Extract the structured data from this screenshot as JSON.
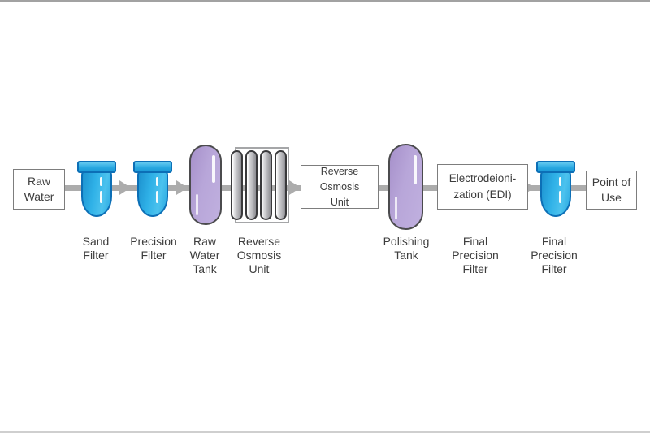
{
  "diagram": {
    "type": "process-flow",
    "subject": "water purification system",
    "flow_line_color": "#acacac",
    "colors": {
      "filter_blue": "#2aa9e1",
      "filter_outline": "#0c6fb6",
      "tank_purple": "#b8a6d9",
      "tank_outline": "#4b4b4d",
      "membrane_gray": "#bebec2",
      "membrane_outline": "#39393b",
      "box_border": "#7d7d7d",
      "label_text": "#3d3d3d"
    },
    "nodes": {
      "raw_water": {
        "text": "Raw\nWater"
      },
      "sand_filter": {
        "label": "Sand\nFilter"
      },
      "precision_filter": {
        "label": "Precision\nFilter"
      },
      "raw_water_tank": {
        "label": "Raw\nWater\nTank"
      },
      "ro_membranes": {
        "label": "Reverse\nOsmosis\nUnit"
      },
      "ro_unit_box": {
        "text": "Reverse Osmosis\nUnit"
      },
      "polishing_tank": {
        "label": "Polishing\nTank"
      },
      "edi_box": {
        "text": "Electrodeioni-\nzation (EDI)",
        "label": "Final\nPrecision\nFilter"
      },
      "final_precision_filter": {
        "label": "Final\nPrecision\nFilter"
      },
      "point_of_use": {
        "text": "Point of\nUse"
      }
    }
  }
}
